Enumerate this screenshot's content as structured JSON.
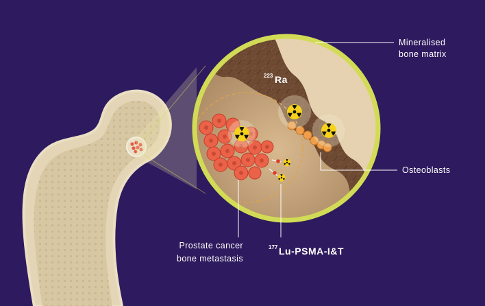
{
  "labels": {
    "mineralised_1": "Mineralised",
    "mineralised_2": "bone matrix",
    "osteoblasts": "Osteoblasts",
    "prostate_1": "Prostate cancer",
    "prostate_2": "bone metastasis",
    "ra_mass": "223",
    "ra_symbol": "Ra",
    "lu_mass": "177",
    "lu_name": "Lu-PSMA-I&T"
  },
  "colors": {
    "background": "#2e1a5e",
    "bone_fill": "#dccdab",
    "bone_outline": "#eadfc4",
    "magnifier_ring": "#d2db55",
    "matrix_dark": "#6e4a33",
    "matrix_light": "#e6d2b0",
    "cell_orange": "#e85a40",
    "osteoblast": "#ef9f4b",
    "radiation_yellow": "#f6d21b"
  },
  "icons": [
    "radiation-icon",
    "radiation-icon",
    "radiation-icon",
    "radiation-icon",
    "radiation-icon"
  ]
}
